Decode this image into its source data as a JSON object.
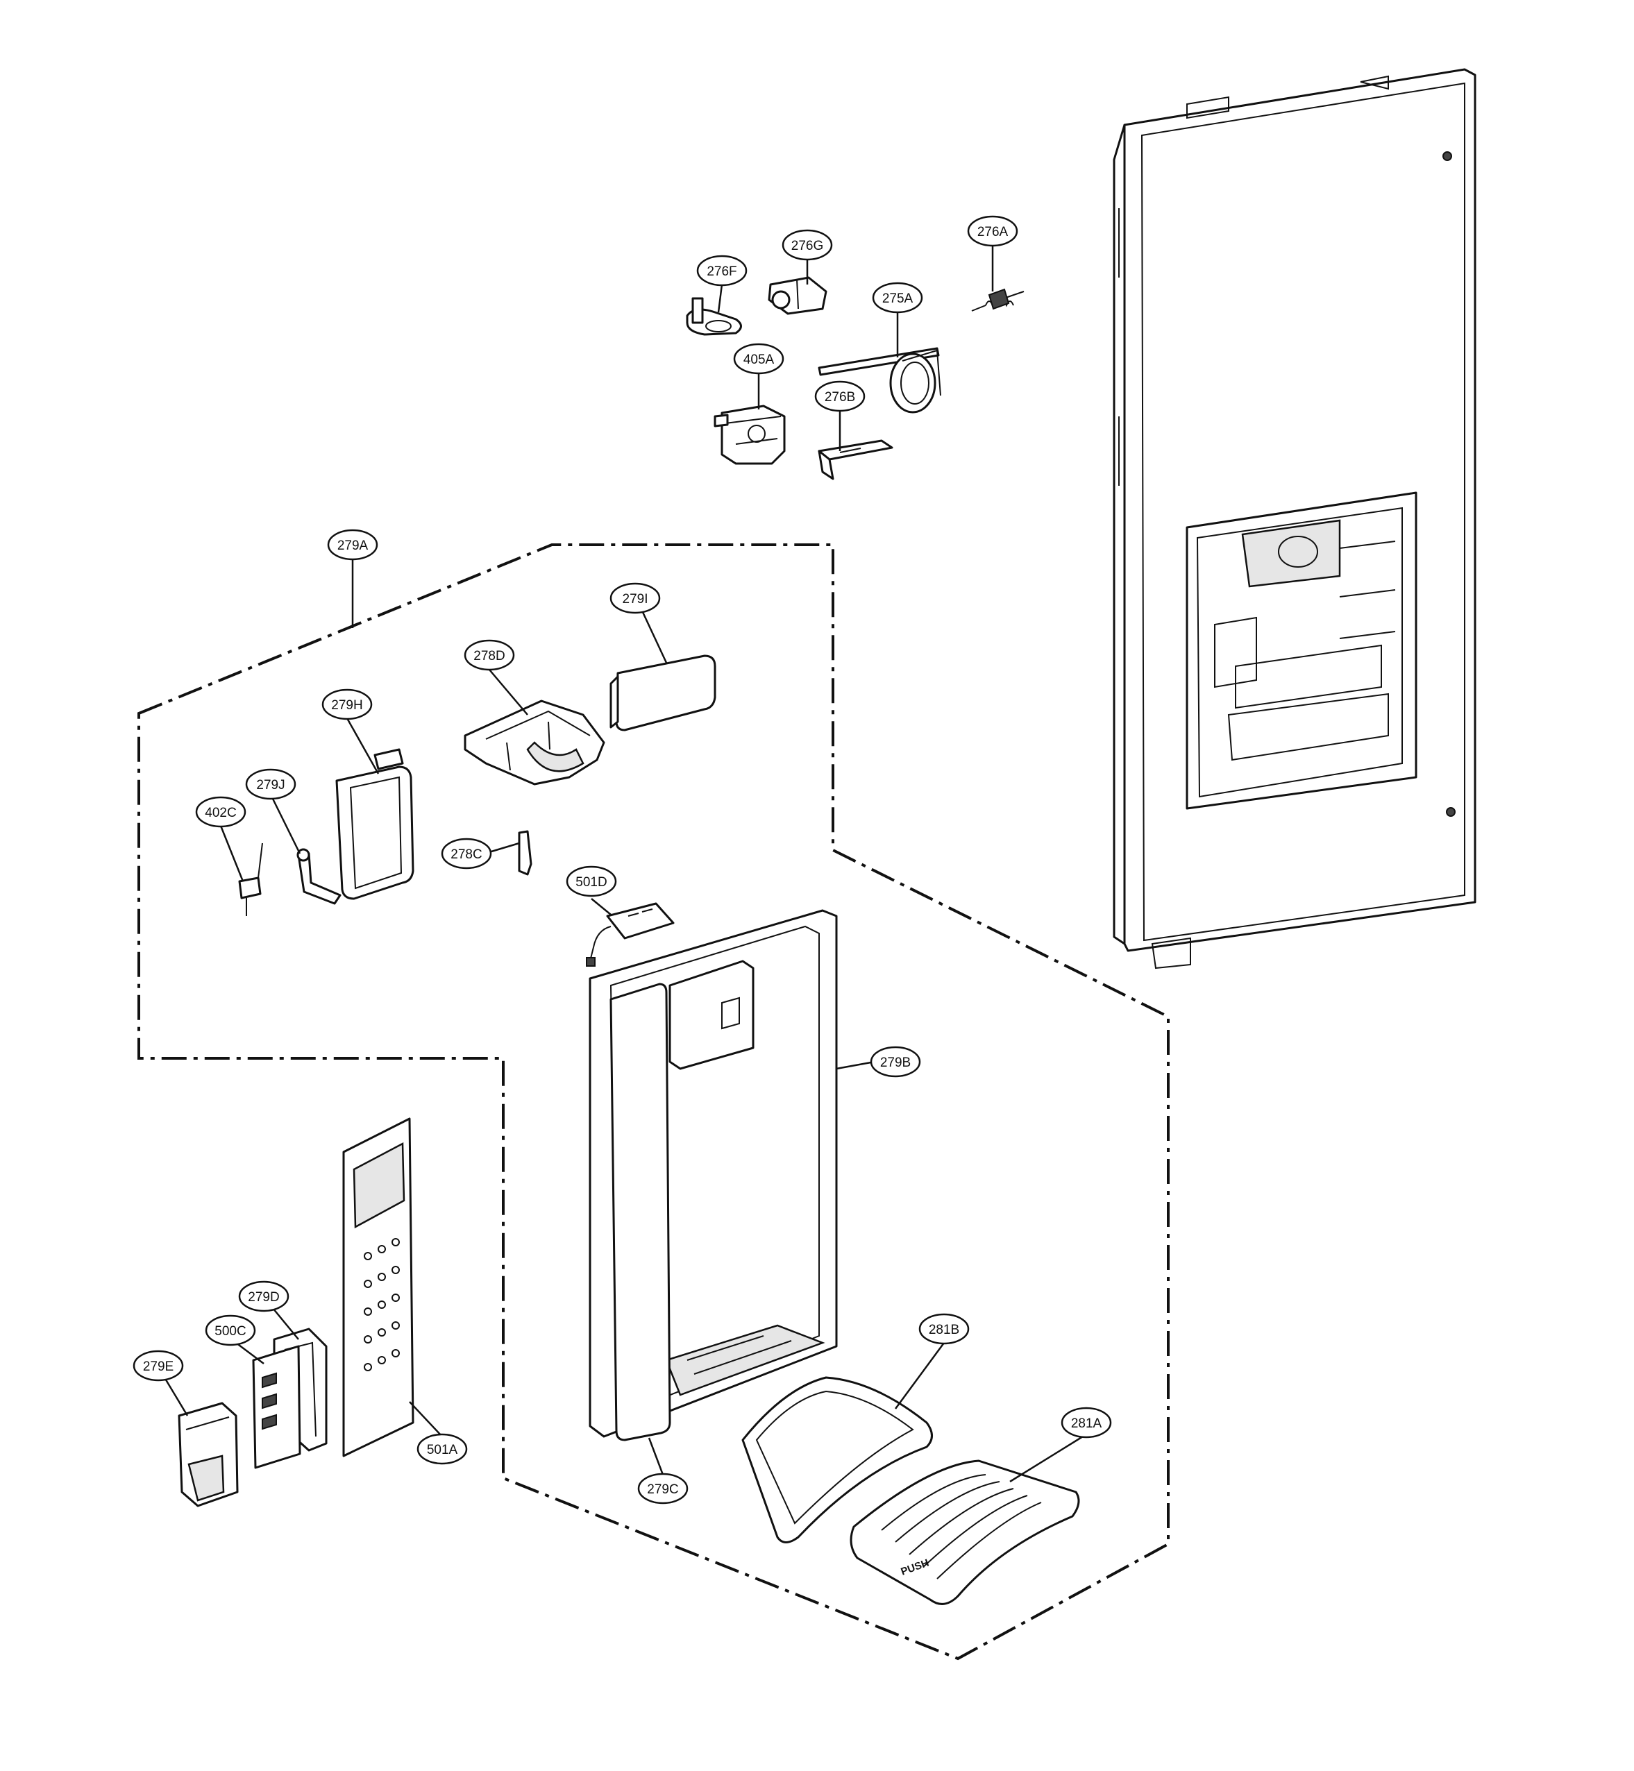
{
  "callouts": [
    {
      "id": "276G",
      "label": "276G"
    },
    {
      "id": "276A",
      "label": "276A"
    },
    {
      "id": "276F",
      "label": "276F"
    },
    {
      "id": "275A",
      "label": "275A"
    },
    {
      "id": "405A",
      "label": "405A"
    },
    {
      "id": "276B",
      "label": "276B"
    },
    {
      "id": "279A",
      "label": "279A"
    },
    {
      "id": "279I",
      "label": "279I"
    },
    {
      "id": "278D",
      "label": "278D"
    },
    {
      "id": "279H",
      "label": "279H"
    },
    {
      "id": "279J",
      "label": "279J"
    },
    {
      "id": "402C",
      "label": "402C"
    },
    {
      "id": "278C",
      "label": "278C"
    },
    {
      "id": "501D",
      "label": "501D"
    },
    {
      "id": "279B",
      "label": "279B"
    },
    {
      "id": "279D",
      "label": "279D"
    },
    {
      "id": "500C",
      "label": "500C"
    },
    {
      "id": "279E",
      "label": "279E"
    },
    {
      "id": "501A",
      "label": "501A"
    },
    {
      "id": "281B",
      "label": "281B"
    },
    {
      "id": "281A",
      "label": "281A"
    },
    {
      "id": "279C",
      "label": "279C"
    }
  ],
  "tray_marking": "PUSH"
}
